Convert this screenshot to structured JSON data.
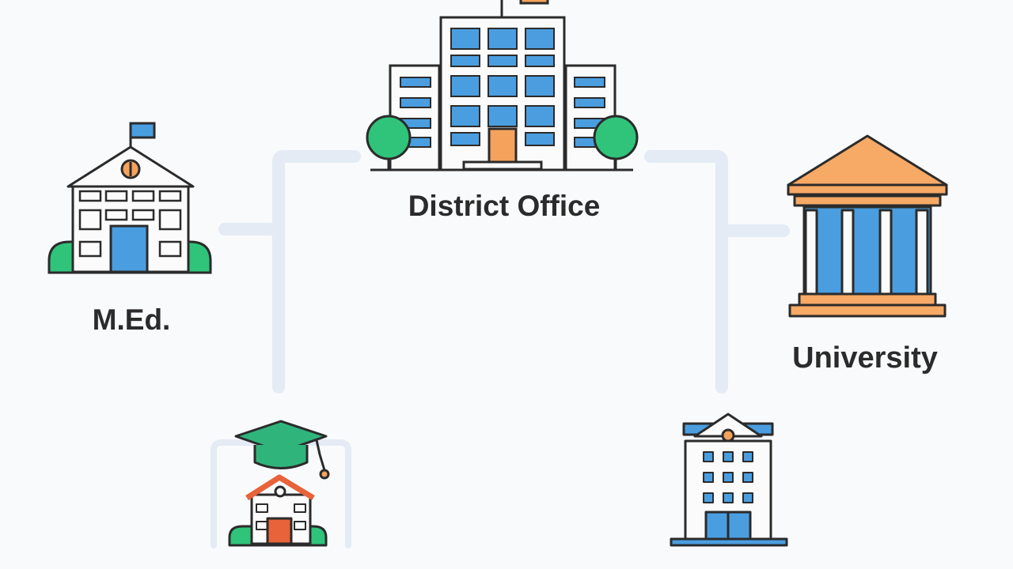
{
  "nodes": {
    "district_office": {
      "label": "District Office",
      "icon": "office-building-icon"
    },
    "med": {
      "label": "M.Ed.",
      "icon": "school-building-icon"
    },
    "university": {
      "label": "University",
      "icon": "university-columns-icon"
    },
    "bed": {
      "label": "",
      "icon": "graduation-school-icon"
    },
    "college": {
      "label": "",
      "icon": "apartment-building-icon"
    }
  },
  "colors": {
    "window_blue": "#4a9ee0",
    "tree_green": "#2fc47a",
    "door_orange": "#f5a25d",
    "roof_orange": "#f7a966",
    "cap_green": "#2fb57c",
    "roof_red": "#e8623a",
    "connector": "#e4ebf4",
    "outline": "#2b2b2b"
  }
}
